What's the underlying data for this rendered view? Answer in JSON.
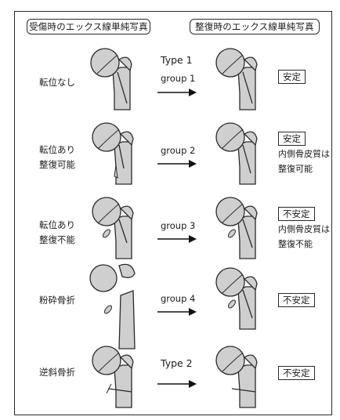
{
  "headers": {
    "left": "受傷時のエックス線単純写真",
    "right": "整復時のエックス線単純写真"
  },
  "rows": [
    {
      "label": [
        "転位なし"
      ],
      "type": "Type 1",
      "group": "group 1",
      "badge": "安定",
      "note": []
    },
    {
      "label": [
        "転位あり",
        "整復可能"
      ],
      "type": "",
      "group": "group 2",
      "badge": "安定",
      "note": [
        "内側骨皮質は",
        "整復可能"
      ]
    },
    {
      "label": [
        "転位あり",
        "整復不能"
      ],
      "type": "",
      "group": "group 3",
      "badge": "不安定",
      "note": [
        "内側骨皮質は",
        "整復不能"
      ]
    },
    {
      "label": [
        "粉砕骨折"
      ],
      "type": "",
      "group": "group 4",
      "badge": "不安定",
      "note": []
    },
    {
      "label": [
        "逆斜骨折"
      ],
      "type": "Type 2",
      "group": "",
      "badge": "不安定",
      "note": []
    }
  ],
  "colors": {
    "bone": "#cfcfcf",
    "outline": "#2a2a2a",
    "background": "#ffffff"
  }
}
